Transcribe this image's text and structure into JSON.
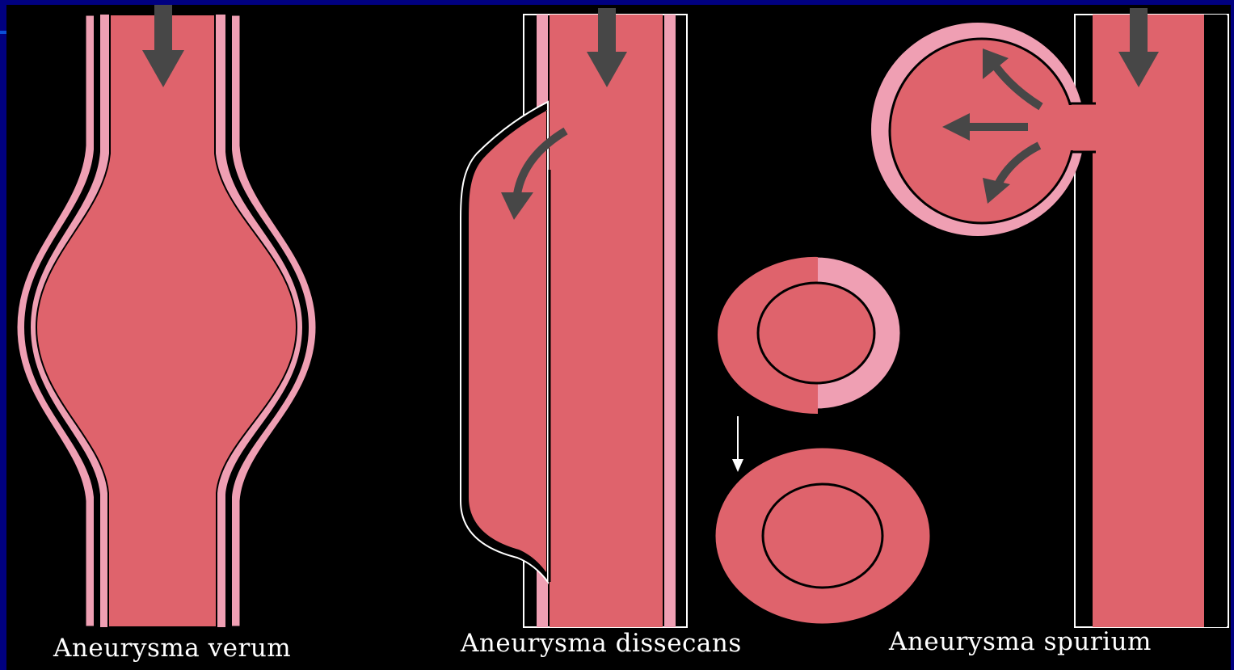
{
  "labels": {
    "verum": "Aneurysma verum",
    "dissecans": "Aneurysma dissecans",
    "spurium": "Aneurysma spurium"
  },
  "colors": {
    "background": "#000000",
    "frame": "#000080",
    "vessel_fill": "#df636c",
    "wall_pink": "#ef9fb3",
    "outline": "#000000",
    "arrow": "#474747"
  }
}
